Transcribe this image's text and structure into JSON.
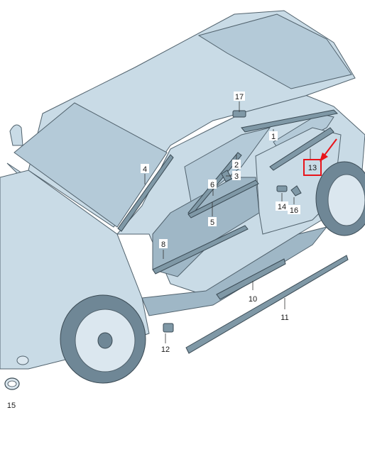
{
  "callouts": [
    {
      "id": "1",
      "text": "1"
    },
    {
      "id": "2",
      "text": "2"
    },
    {
      "id": "3",
      "text": "3"
    },
    {
      "id": "4",
      "text": "4"
    },
    {
      "id": "5",
      "text": "5"
    },
    {
      "id": "6",
      "text": "6"
    },
    {
      "id": "8",
      "text": "8"
    },
    {
      "id": "10",
      "text": "10"
    },
    {
      "id": "11",
      "text": "11"
    },
    {
      "id": "12",
      "text": "12"
    },
    {
      "id": "13",
      "text": "13"
    },
    {
      "id": "14",
      "text": "14"
    },
    {
      "id": "15",
      "text": "15"
    },
    {
      "id": "16",
      "text": "16"
    },
    {
      "id": "17",
      "text": "17"
    }
  ],
  "highlight": {
    "callout": "13",
    "color": "#e8141a"
  },
  "colors": {
    "body": "#c9dbe6",
    "outline": "#51626d",
    "trim": "#7f98a6"
  }
}
